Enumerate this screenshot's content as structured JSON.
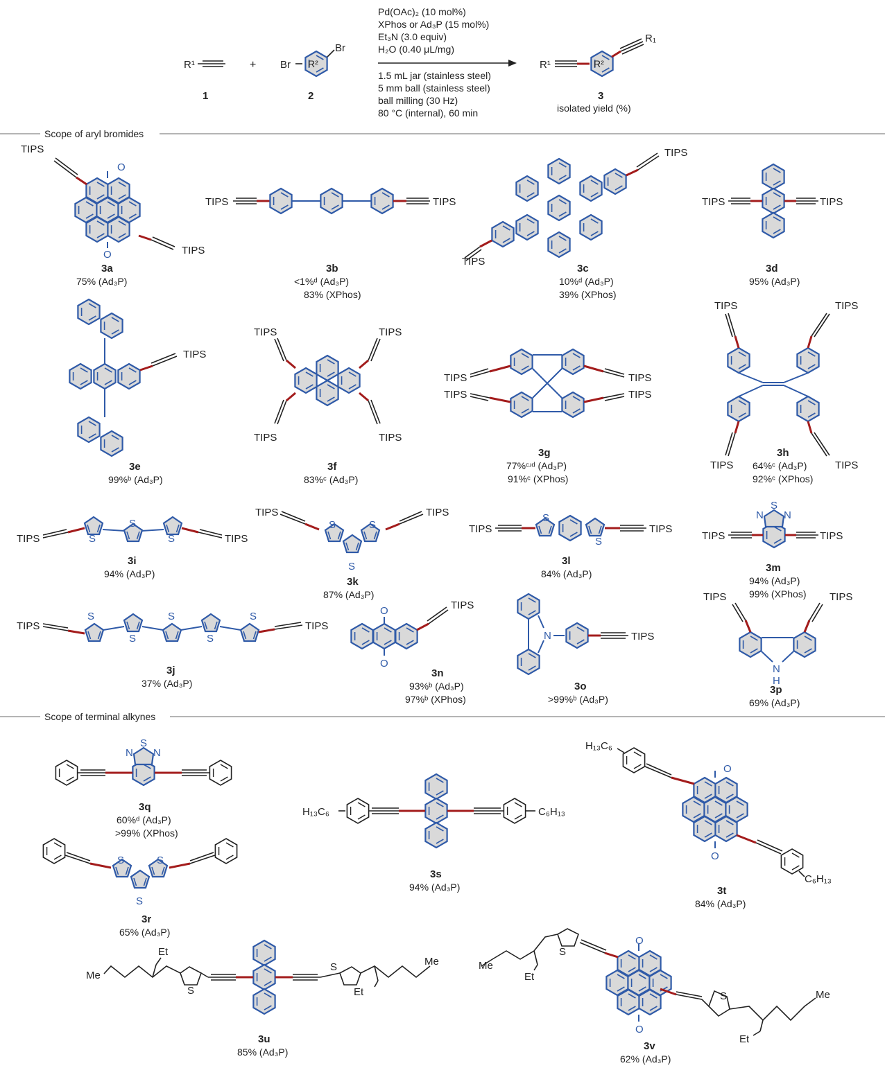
{
  "reaction": {
    "reagent_r1": "R¹",
    "plus": "+",
    "reagent2_br_left": "Br",
    "reagent2_br_right": "Br",
    "reagent2_r2": "R²",
    "label_1": "1",
    "label_2": "2",
    "label_3": "3",
    "product_r1_left": "R¹",
    "product_r1_right": "R₁",
    "product_r2": "R²",
    "isolated_yield": "isolated yield (%)",
    "conditions_above": [
      "Pd(OAc)₂ (10 mol%)",
      "XPhos or Ad₃P (15 mol%)",
      "Et₃N (3.0 equiv)",
      "H₂O (0.40 μL/mg)"
    ],
    "conditions_below": [
      "1.5 mL jar (stainless steel)",
      "5 mm ball (stainless steel)",
      "ball milling (30 Hz)",
      "80 °C (internal), 60 min"
    ]
  },
  "sections": {
    "aryl_bromides": "Scope of aryl bromides",
    "terminal_alkynes": "Scope of terminal alkynes"
  },
  "substituents": {
    "tips": "TIPS",
    "hexyl_left": "H₁₃C₆",
    "hexyl_right": "C₆H₁₃",
    "ethyl": "Et",
    "methyl": "Me",
    "oxygen": "O",
    "sulfur": "S",
    "nitrogen": "N",
    "nh": "H",
    "s_dash": "S"
  },
  "compounds": [
    {
      "id": "3a",
      "yields": [
        "75% (Ad₃P)"
      ]
    },
    {
      "id": "3b",
      "yields": [
        "<1%ᵈ (Ad₃P)",
        "83% (XPhos)"
      ]
    },
    {
      "id": "3c",
      "yields": [
        "10%ᵈ (Ad₃P)",
        "39% (XPhos)"
      ]
    },
    {
      "id": "3d",
      "yields": [
        "95% (Ad₃P)"
      ]
    },
    {
      "id": "3e",
      "yields": [
        "99%ᵇ (Ad₃P)"
      ]
    },
    {
      "id": "3f",
      "yields": [
        "83%ᶜ (Ad₃P)"
      ]
    },
    {
      "id": "3g",
      "yields": [
        "77%ᶜʴᵈ (Ad₃P)",
        "91%ᶜ (XPhos)"
      ]
    },
    {
      "id": "3h",
      "yields": [
        "64%ᶜ (Ad₃P)",
        "92%ᶜ (XPhos)"
      ]
    },
    {
      "id": "3i",
      "yields": [
        "94% (Ad₃P)"
      ]
    },
    {
      "id": "3k",
      "yields": [
        "87% (Ad₃P)"
      ]
    },
    {
      "id": "3l",
      "yields": [
        "84% (Ad₃P)"
      ]
    },
    {
      "id": "3m",
      "yields": [
        "94% (Ad₃P)",
        "99% (XPhos)"
      ]
    },
    {
      "id": "3j",
      "yields": [
        "37% (Ad₃P)"
      ]
    },
    {
      "id": "3n",
      "yields": [
        "93%ᵇ (Ad₃P)",
        "97%ᵇ (XPhos)"
      ]
    },
    {
      "id": "3o",
      "yields": [
        ">99%ᵇ (Ad₃P)"
      ]
    },
    {
      "id": "3p",
      "yields": [
        "69% (Ad₃P)"
      ]
    },
    {
      "id": "3q",
      "yields": [
        "60%ᵈ (Ad₃P)",
        ">99% (XPhos)"
      ]
    },
    {
      "id": "3s",
      "yields": [
        "94% (Ad₃P)"
      ]
    },
    {
      "id": "3t",
      "yields": [
        "84% (Ad₃P)"
      ]
    },
    {
      "id": "3r",
      "yields": [
        "65% (Ad₃P)"
      ]
    },
    {
      "id": "3u",
      "yields": [
        "85% (Ad₃P)"
      ]
    },
    {
      "id": "3v",
      "yields": [
        "62% (Ad₃P)"
      ]
    }
  ]
}
